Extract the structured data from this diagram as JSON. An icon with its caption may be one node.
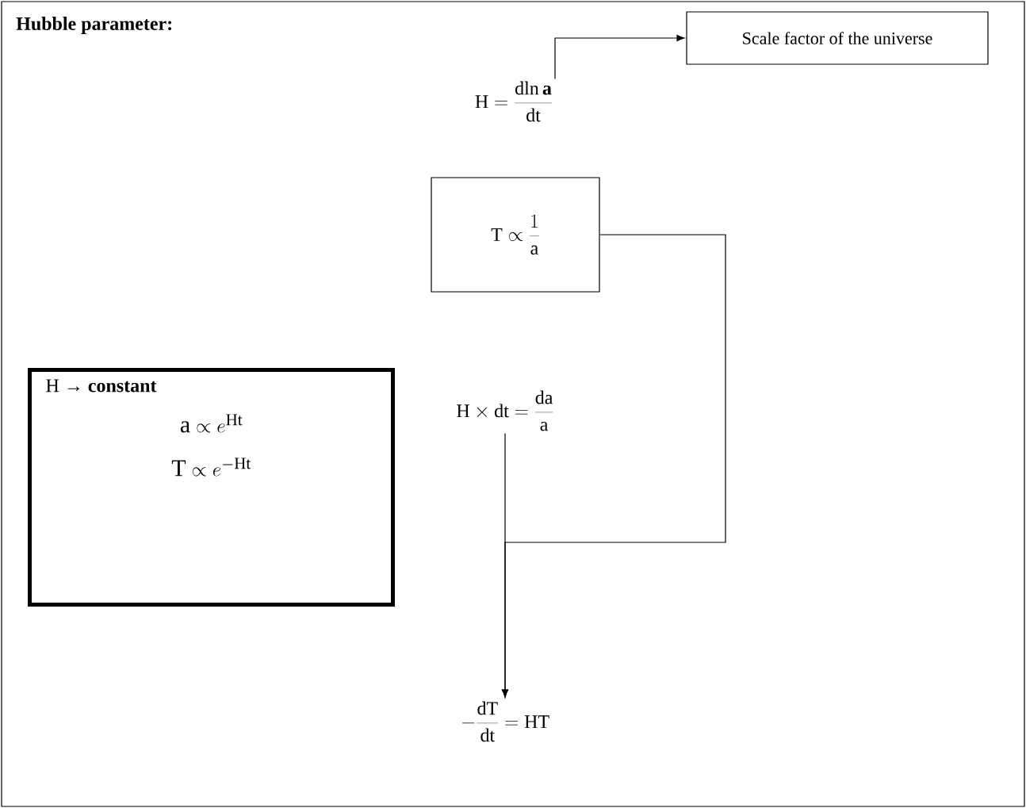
{
  "diagram": {
    "title": "Hubble parameter:",
    "nodes": [
      {
        "text": [
          "\\mathrm{H} = \\frac{\\mathrm{dln}\\,\\mathbf{a}}{\\mathrm{dt}}"
        ]
      },
      {
        "text": [
          "Scale factor of the universe"
        ]
      },
      {
        "text": [
          "\\mathrm{T} \\propto \\frac{1}{\\mathrm{a}}"
        ]
      },
      {
        "text": [
          "\\mathrm{H} \\times \\mathrm{dt} = \\frac{\\mathrm{da}}{\\mathrm{a}}"
        ]
      },
      {
        "text": [
          "-\\frac{\\mathrm{dT}}{\\mathrm{dt}} = \\mathrm{HT}"
        ]
      },
      {
        "text": [
          "H → **constant**",
          "\\mathrm{a} \\propto e^{\\mathrm{Ht}}",
          "\\mathrm{T} \\propto e^{-\\mathrm{Ht}}"
        ]
      }
    ],
    "edges": [
      {
        "from": 0,
        "to": 1,
        "arrow": "to"
      },
      {
        "from": 2,
        "to": 4,
        "arrow": "to"
      },
      {
        "from": 3,
        "to": 4,
        "arrow": "to"
      }
    ]
  }
}
